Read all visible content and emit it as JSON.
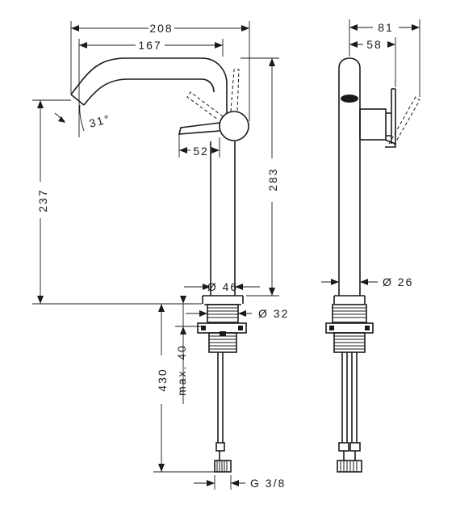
{
  "dimensions": {
    "overall_reach": "208",
    "spout_reach": "167",
    "spout_angle": "31°",
    "lever_offset": "52",
    "outlet_height": "237",
    "total_height": "283",
    "body_diameter": "Ø 46",
    "shank_diameter": "Ø 32",
    "max_thickness": "max. 40",
    "shank_length": "430",
    "connection": "G 3/8",
    "side_depth": "81",
    "side_depth_inner": "58",
    "side_body_diameter": "Ø 26"
  }
}
